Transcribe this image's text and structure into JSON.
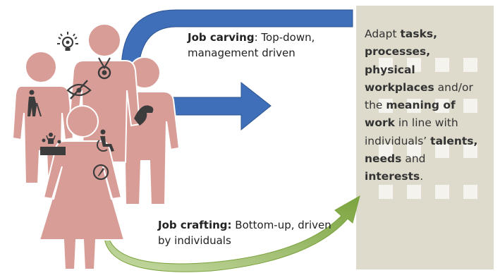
{
  "colors": {
    "people": "#d99d97",
    "people_stroke": "#ffffff",
    "icon": "#3c3c3c",
    "carving_arrow": "#3f6fb8",
    "carving_arrow_dark": "#2e5595",
    "crafting_arrow": "#7aa33d",
    "crafting_arrow_light": "#c6d9a4",
    "building": "#dedbcd",
    "window": "#f4f3ee"
  },
  "icons": [
    "lightbulb-icon",
    "medal-icon",
    "eye-slash-icon",
    "elderly-person-icon",
    "muscle-arm-icon",
    "wheelchair-icon",
    "podium-icon",
    "compass-icon"
  ],
  "job_carving": {
    "term": "Job carving",
    "description": ": Top-down, management driven"
  },
  "job_crafting": {
    "term": "Job crafting:",
    "description": " Bottom-up, driven by individuals"
  },
  "building_text": [
    {
      "text": "Adapt ",
      "bold": false
    },
    {
      "text": "tasks, processes, physical workplaces",
      "bold": true
    },
    {
      "text": " and/or the ",
      "bold": false
    },
    {
      "text": "meaning of work",
      "bold": true
    },
    {
      "text": " in line with individuals’ ",
      "bold": false
    },
    {
      "text": "talents, needs",
      "bold": true
    },
    {
      "text": " and ",
      "bold": false
    },
    {
      "text": "interests",
      "bold": true
    },
    {
      "text": ".",
      "bold": false
    }
  ]
}
